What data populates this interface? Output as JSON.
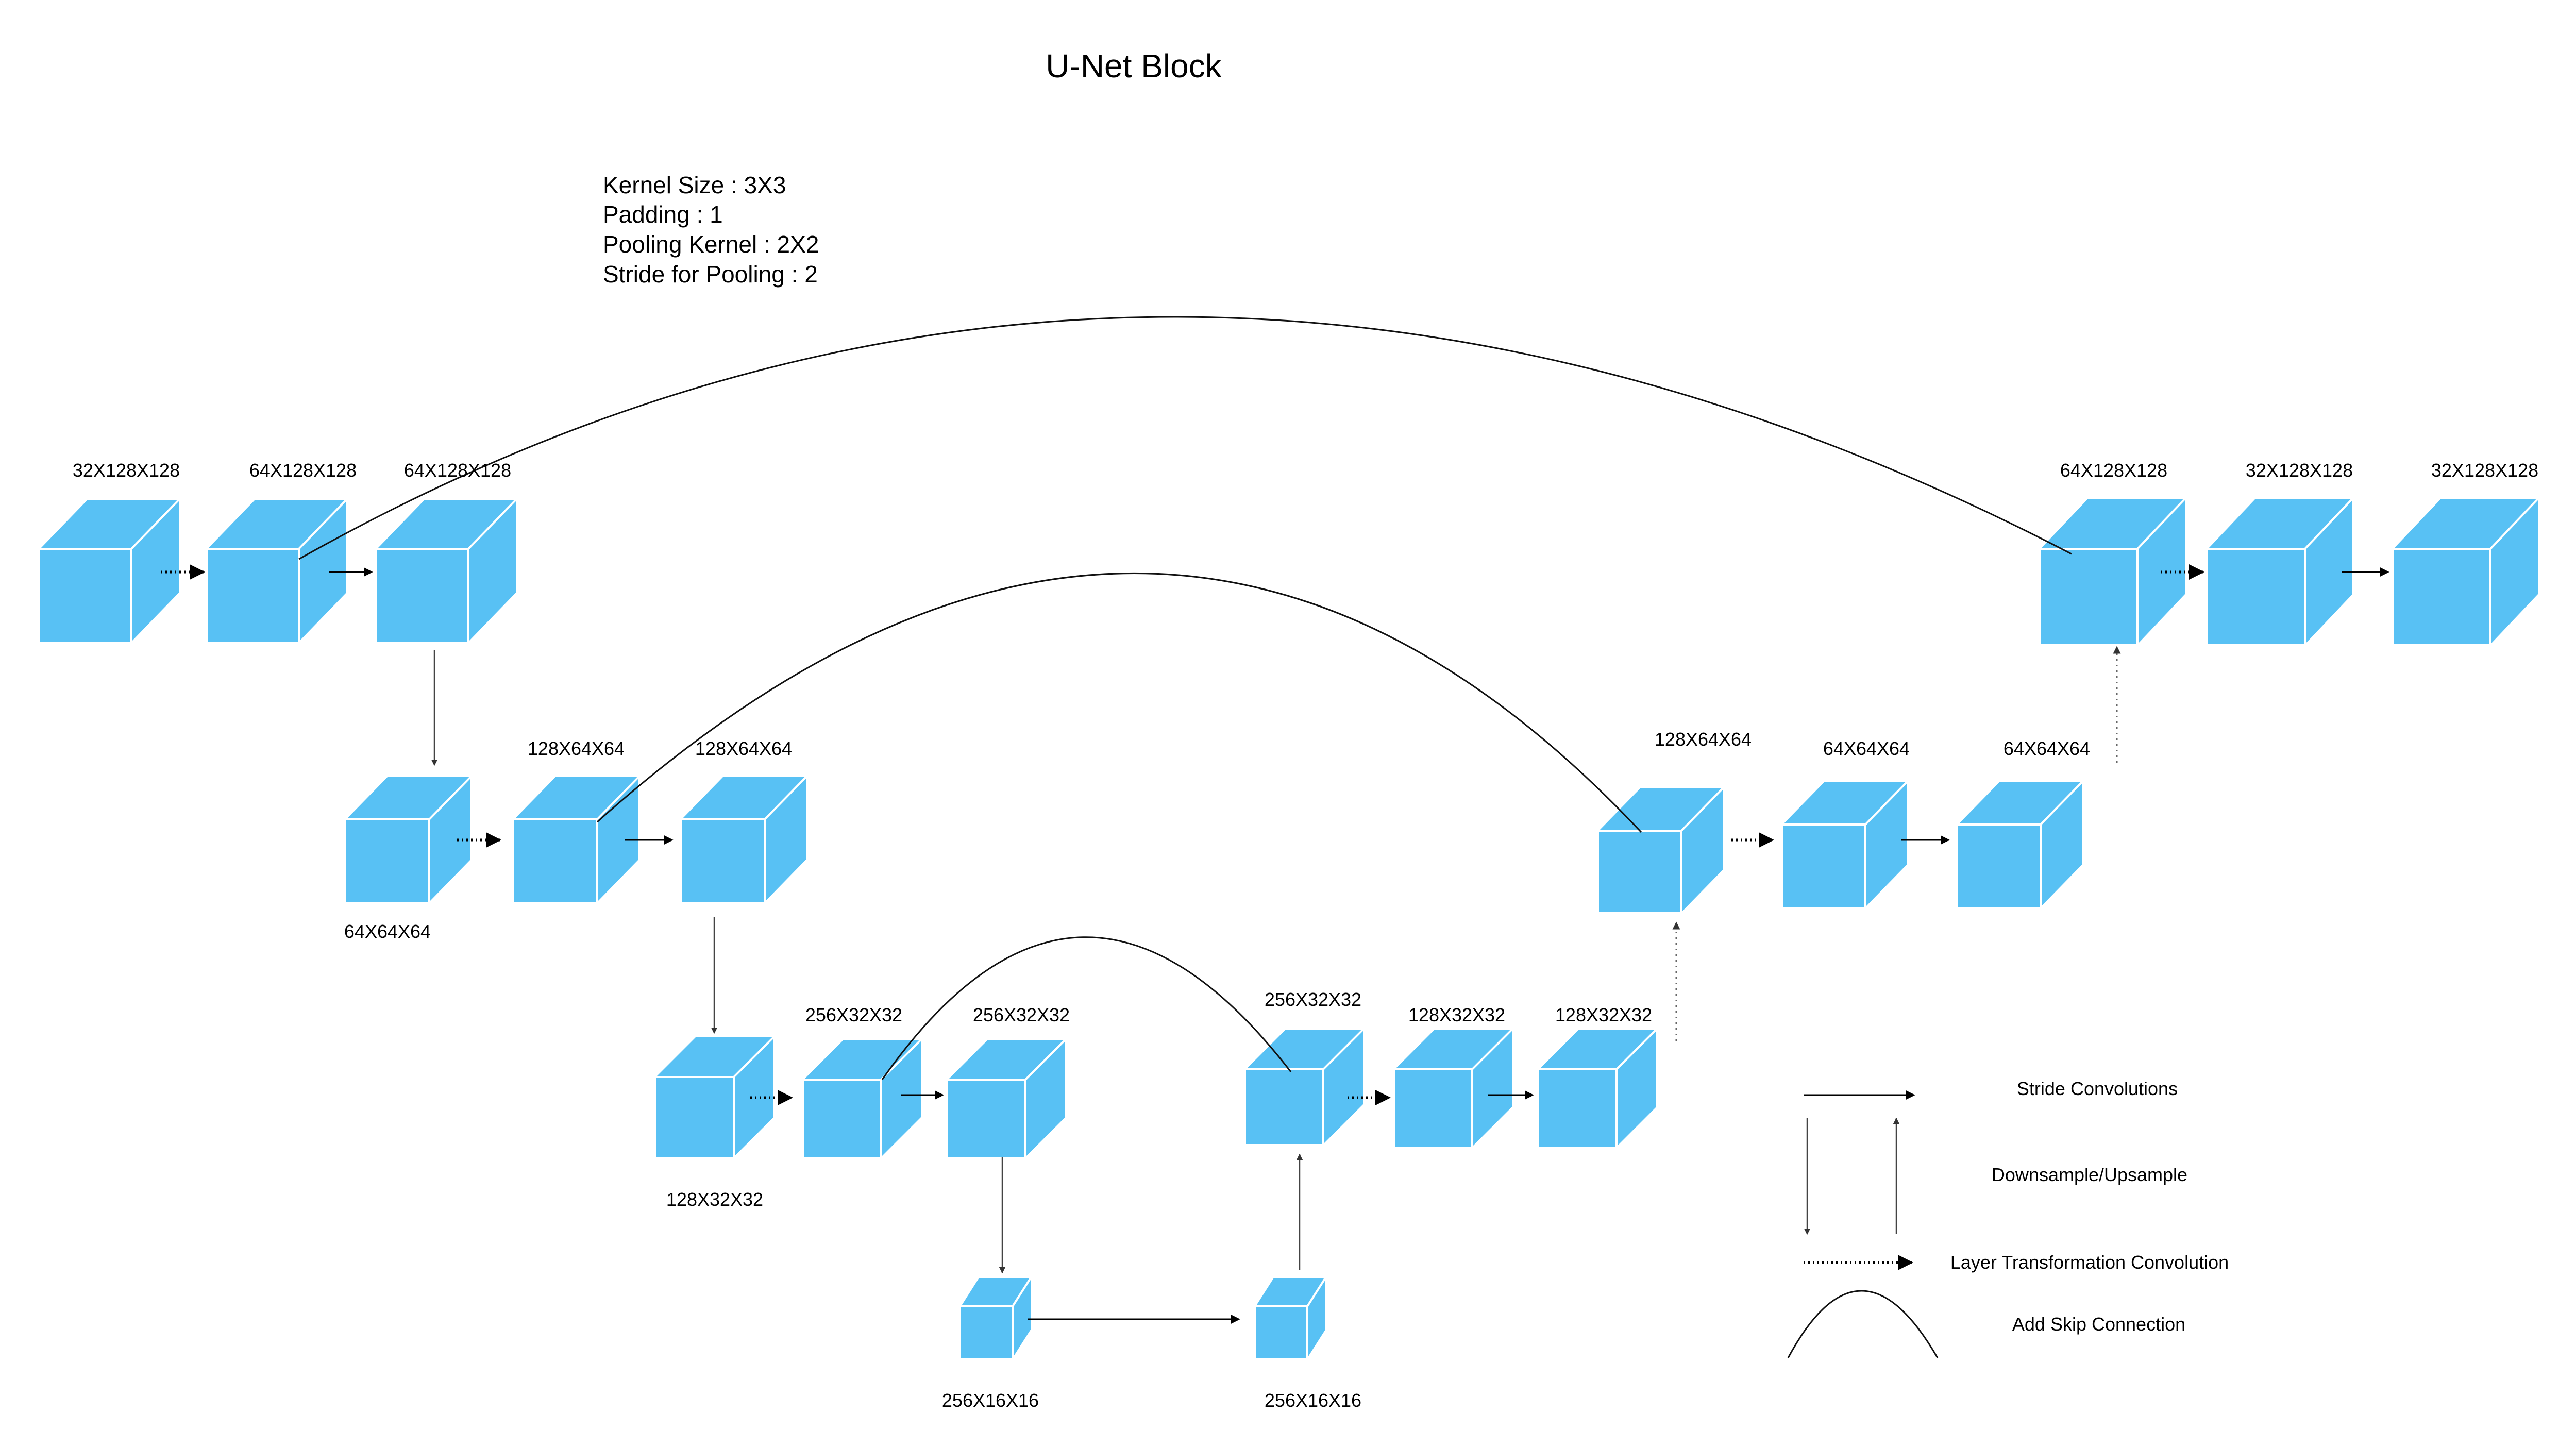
{
  "title": "U-Net Block",
  "parameters": [
    "Kernel Size : 3X3",
    "Padding : 1",
    "Pooling Kernel : 2X2",
    "Stride for Pooling : 2"
  ],
  "labels": {
    "enc1_a": "32X128X128",
    "enc1_b": "64X128X128",
    "enc1_c": "64X128X128",
    "enc2_a": "64X64X64",
    "enc2_b": "128X64X64",
    "enc2_c": "128X64X64",
    "enc3_a": "128X32X32",
    "enc3_b": "256X32X32",
    "enc3_c": "256X32X32",
    "bott_a": "256X16X16",
    "bott_b": "256X16X16",
    "dec3_a": "256X32X32",
    "dec3_b": "128X32X32",
    "dec3_c": "128X32X32",
    "dec2_a": "128X64X64",
    "dec2_b": "64X64X64",
    "dec2_c": "64X64X64",
    "dec1_a": "64X128X128",
    "dec1_b": "32X128X128",
    "dec1_c": "32X128X128"
  },
  "legend": {
    "stride": "Stride Convolutions",
    "updown": "Downsample/Upsample",
    "transform": "Layer Transformation Convolution",
    "skip": "Add Skip Connection"
  },
  "colors": {
    "cube": "#58C1F4",
    "cube_edge": "#FFFFFF",
    "line": "#000000"
  }
}
